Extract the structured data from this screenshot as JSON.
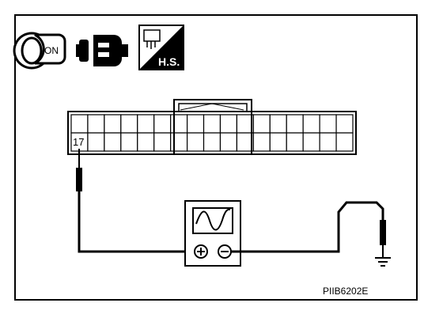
{
  "icons": {
    "ignition": {
      "name": "ignition-key-icon",
      "text": "ON"
    },
    "connector": {
      "name": "connector-disconnected-icon"
    },
    "harness_side": {
      "name": "harness-side-connector-icon",
      "text": "H.S."
    }
  },
  "connector": {
    "pin_label": "17",
    "rows": 2,
    "columns": 17
  },
  "instrument": {
    "name": "oscilloscope"
  },
  "figure_id": "PIIB6202E",
  "colors": {
    "line": "#000000",
    "background": "#ffffff"
  }
}
